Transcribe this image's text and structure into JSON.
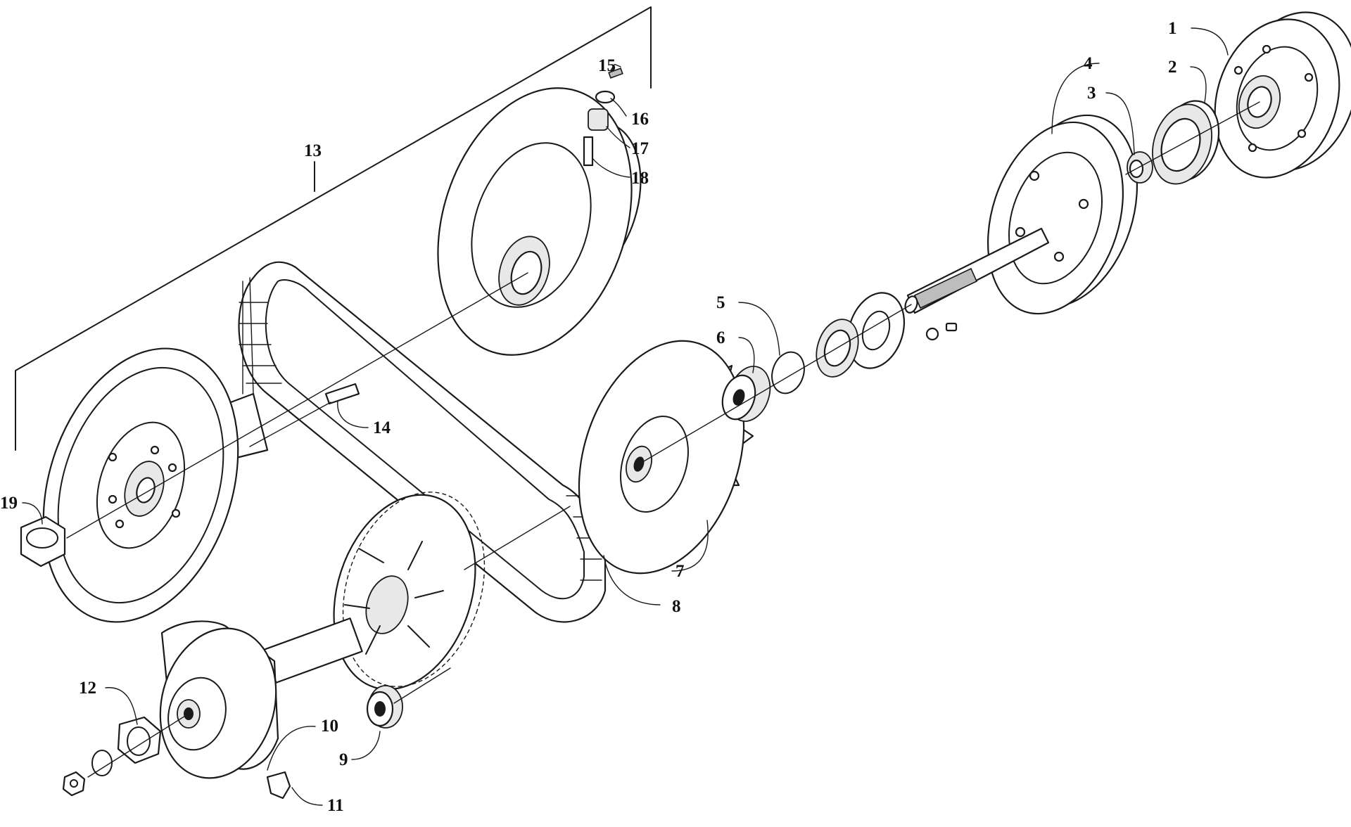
{
  "diagram": {
    "parts": [
      {
        "id": "part-1",
        "number": "1",
        "component": "clutch-cover"
      },
      {
        "id": "part-2",
        "number": "2",
        "component": "one-way-clutch"
      },
      {
        "id": "part-3",
        "number": "3",
        "component": "bushing"
      },
      {
        "id": "part-4",
        "number": "4",
        "component": "clutch-drum-shaft"
      },
      {
        "id": "part-5",
        "number": "5",
        "component": "o-ring"
      },
      {
        "id": "part-6",
        "number": "6",
        "component": "bearing"
      },
      {
        "id": "part-7",
        "number": "7",
        "component": "fixed-sheave"
      },
      {
        "id": "part-8",
        "number": "8",
        "component": "drive-belt"
      },
      {
        "id": "part-9",
        "number": "9",
        "component": "bearing"
      },
      {
        "id": "part-10",
        "number": "10",
        "component": "movable-sheave"
      },
      {
        "id": "part-11",
        "number": "11",
        "component": "slider"
      },
      {
        "id": "part-12",
        "number": "12",
        "component": "nut"
      },
      {
        "id": "part-13",
        "number": "13",
        "component": "driven-clutch-assembly"
      },
      {
        "id": "part-14",
        "number": "14",
        "component": "key"
      },
      {
        "id": "part-15",
        "number": "15",
        "component": "pin"
      },
      {
        "id": "part-16",
        "number": "16",
        "component": "washer"
      },
      {
        "id": "part-17",
        "number": "17",
        "component": "roller"
      },
      {
        "id": "part-18",
        "number": "18",
        "component": "pin"
      },
      {
        "id": "part-19",
        "number": "19",
        "component": "nut"
      }
    ]
  }
}
